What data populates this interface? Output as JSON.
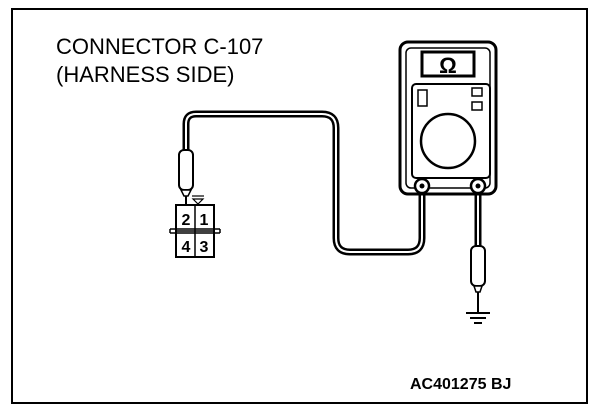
{
  "diagram": {
    "title_line1": "CONNECTOR C-107",
    "title_line2": "(HARNESS SIDE)",
    "reference_code": "AC401275 BJ",
    "meter_symbol": "Ω",
    "connector_pins": [
      "2",
      "1",
      "4",
      "3"
    ]
  }
}
